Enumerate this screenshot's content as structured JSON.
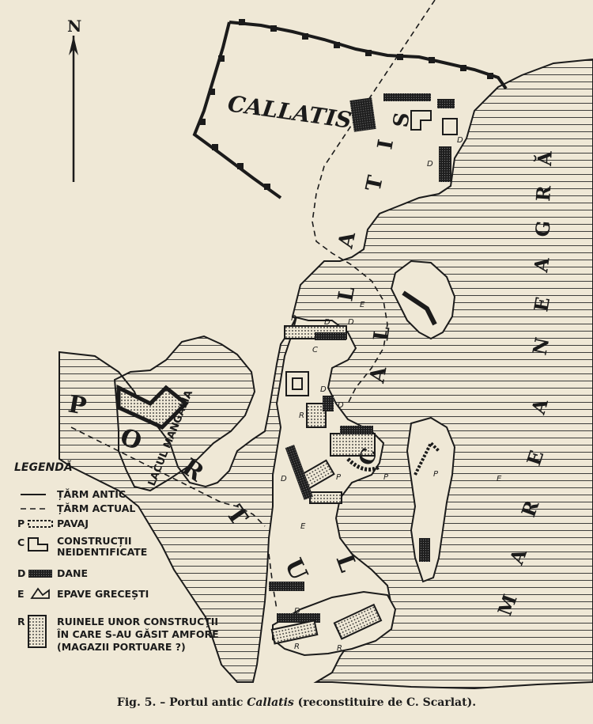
{
  "north": "N",
  "city_label": "CALLATIS",
  "sea": {
    "letters": [
      "M",
      "A",
      "R",
      "E",
      "A",
      " ",
      "N",
      "E",
      "A",
      "G",
      "R",
      "Ă"
    ]
  },
  "port": {
    "letters": [
      "P",
      "O",
      "R",
      "T",
      "U",
      "L"
    ]
  },
  "callatis_port_letters": [
    "C",
    "A",
    "L",
    "L",
    "A",
    "T",
    "I",
    "S"
  ],
  "lake_label": "LACUL MANGALIA",
  "legend": {
    "title": "LEGENDĂ",
    "items": [
      {
        "key": "",
        "label": "ȚĂRM ANTIC"
      },
      {
        "key": "",
        "label": "ȚĂRM ACTUAL"
      },
      {
        "key": "P",
        "label": "PAVAJ"
      },
      {
        "key": "C",
        "label": "CONSTRUCȚII",
        "label2": "NEIDENTIFICATE"
      },
      {
        "key": "D",
        "label": "DANE"
      },
      {
        "key": "E",
        "label": "EPAVE GRECEȘTI"
      },
      {
        "key": "R",
        "label": "RUINELE UNOR CONSTRUCȚII",
        "label2": "ÎN CARE S-AU GĂSIT AMFORE",
        "label3": "(MAGAZII PORTUARE ?)"
      }
    ]
  },
  "map_letters": {
    "P": "P",
    "C": "C",
    "D": "D",
    "E": "E",
    "R": "R"
  },
  "caption": {
    "prefix": "Fig. 5. – Portul antic ",
    "italic": "Callatis",
    "suffix": " (reconstituire de C. Scarlat)."
  }
}
